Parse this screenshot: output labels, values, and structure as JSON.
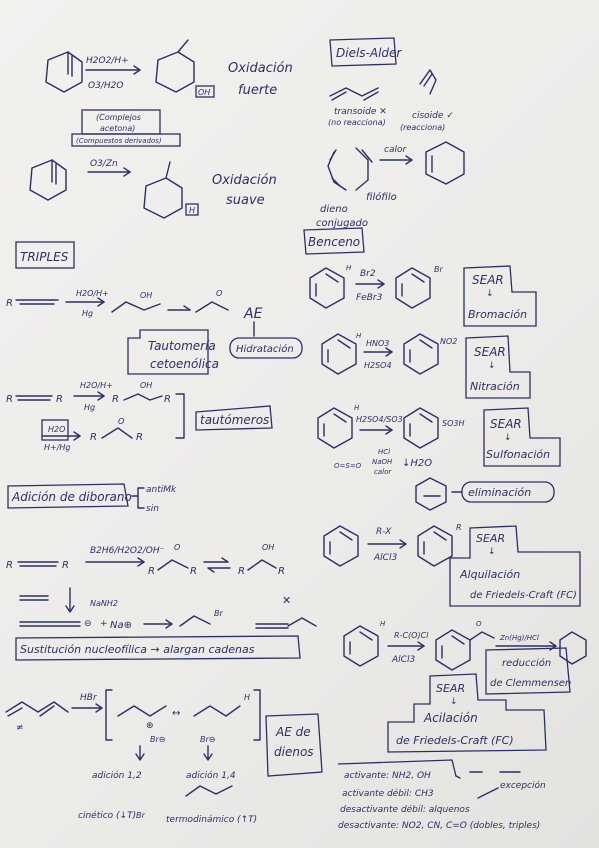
{
  "colors": {
    "ink": "#2b2f6b",
    "paper": "#f0efec"
  },
  "left": {
    "oxidation1": {
      "reagent_top": "H2O2/H+",
      "reagent_bottom": "O3/H2O",
      "product_tag": "OH",
      "label1": "Oxidación",
      "label2": "fuerte"
    },
    "note_box": [
      "(Complejos",
      "acetona)",
      "(Compuestos derivados)"
    ],
    "oxidation2": {
      "reagent_top": "O3/Zn",
      "product_tag": "H",
      "label1": "Oxidación",
      "label2": "suave"
    },
    "triples": {
      "title": "TRIPLES"
    },
    "hydration1": {
      "reagent_top": "H2O/H+",
      "reagent_bottom": "Hg",
      "intermediate_tag": "OH",
      "product_tag": "O",
      "arrow_label": "AE"
    },
    "tautomeria_box": [
      "Tautomería",
      "cetoenólica"
    ],
    "hidratacion_box": "Hidratación",
    "hydration2": {
      "reagent_top": "H2O/H+",
      "reagent_bottom": "Hg",
      "tag": "OH",
      "alt_reagent_top": "H2O",
      "alt_reagent_bottom": "H+/Hg",
      "alt_tag": "O"
    },
    "tautomeros_box": "tautómeros",
    "adicion_box": "Adición de diborano",
    "adicion_side": [
      "antiMk",
      "sin"
    ],
    "borane": {
      "reagent": "B2H6/H2O2/OH⁻",
      "tag_o": "O",
      "tag_oh": "OH"
    },
    "acetylide": {
      "reagent": "NaNH2",
      "na": "Na⊕",
      "br": "Br"
    },
    "sustitucion_box": "Sustitución nucleofílica → alargan cadenas",
    "diene": {
      "reagent": "HBr",
      "charge1": "⊕",
      "br1": "Br⊖",
      "br2": "Br⊖",
      "h": "H"
    },
    "ae_dienos_box": [
      "AE de",
      "dienos"
    ],
    "adicion12": "adición 1,2",
    "adicion14": "adición 1,4",
    "cinetico": "cinético (↓T)",
    "br": "Br",
    "termodinamico": "termodinámico (↑T)"
  },
  "right": {
    "diels_alder_box": "Diels-Alder",
    "transoide": [
      "transoide ✕",
      "(no reacciona)"
    ],
    "cisoide": [
      "cisoide ✓",
      "(reacciona)"
    ],
    "calor": "calor",
    "dieno": [
      "dieno",
      "conjugado"
    ],
    "filofilo": "filófilo",
    "benceno_box": "Benceno",
    "bromacion": {
      "reagent_top": "Br2",
      "reagent_bottom": "FeBr3",
      "tag": "Br",
      "box_top": "SEAR",
      "box_bottom": "Bromación"
    },
    "nitracion": {
      "reagent_top": "HNO3",
      "reagent_bottom": "H2SO4",
      "tag": "NO2",
      "box_top": "SEAR",
      "box_bottom": "Nitración"
    },
    "sulfonacion": {
      "reagent_top": "H2SO4/SO3",
      "tag": "SO3H",
      "box_top": "SEAR",
      "box_bottom": "Sulfonación",
      "reverse": "↓H2O",
      "notes": [
        "HCl",
        "NaOH",
        "calor"
      ],
      "so3": "O=S=O"
    },
    "eliminacion_box": "eliminación",
    "alquilacion": {
      "reagent_top": "R-X",
      "reagent_bottom": "AlCl3",
      "tag": "R",
      "box_top": "SEAR",
      "box_line2": "Alquilación",
      "box_line3": "de Friedels-Craft (FC)"
    },
    "acilacion": {
      "reagent_top": "R-C(O)Cl",
      "reagent_bottom": "AlCl3",
      "reduction_reagent": "Zn(Hg)/HCl",
      "red_box": [
        "reducción",
        "de Clemmensen"
      ],
      "box_top": "SEAR",
      "box_line2": "Acilación",
      "box_line3": "de Friedels-Craft (FC)"
    },
    "activation": [
      "activante: NH2, OH",
      "activante débil: CH3",
      "desactivante débil: alquenos",
      "desactivante: NO2, CN, C=O (dobles, triples)"
    ],
    "excepcion": "excepción"
  }
}
